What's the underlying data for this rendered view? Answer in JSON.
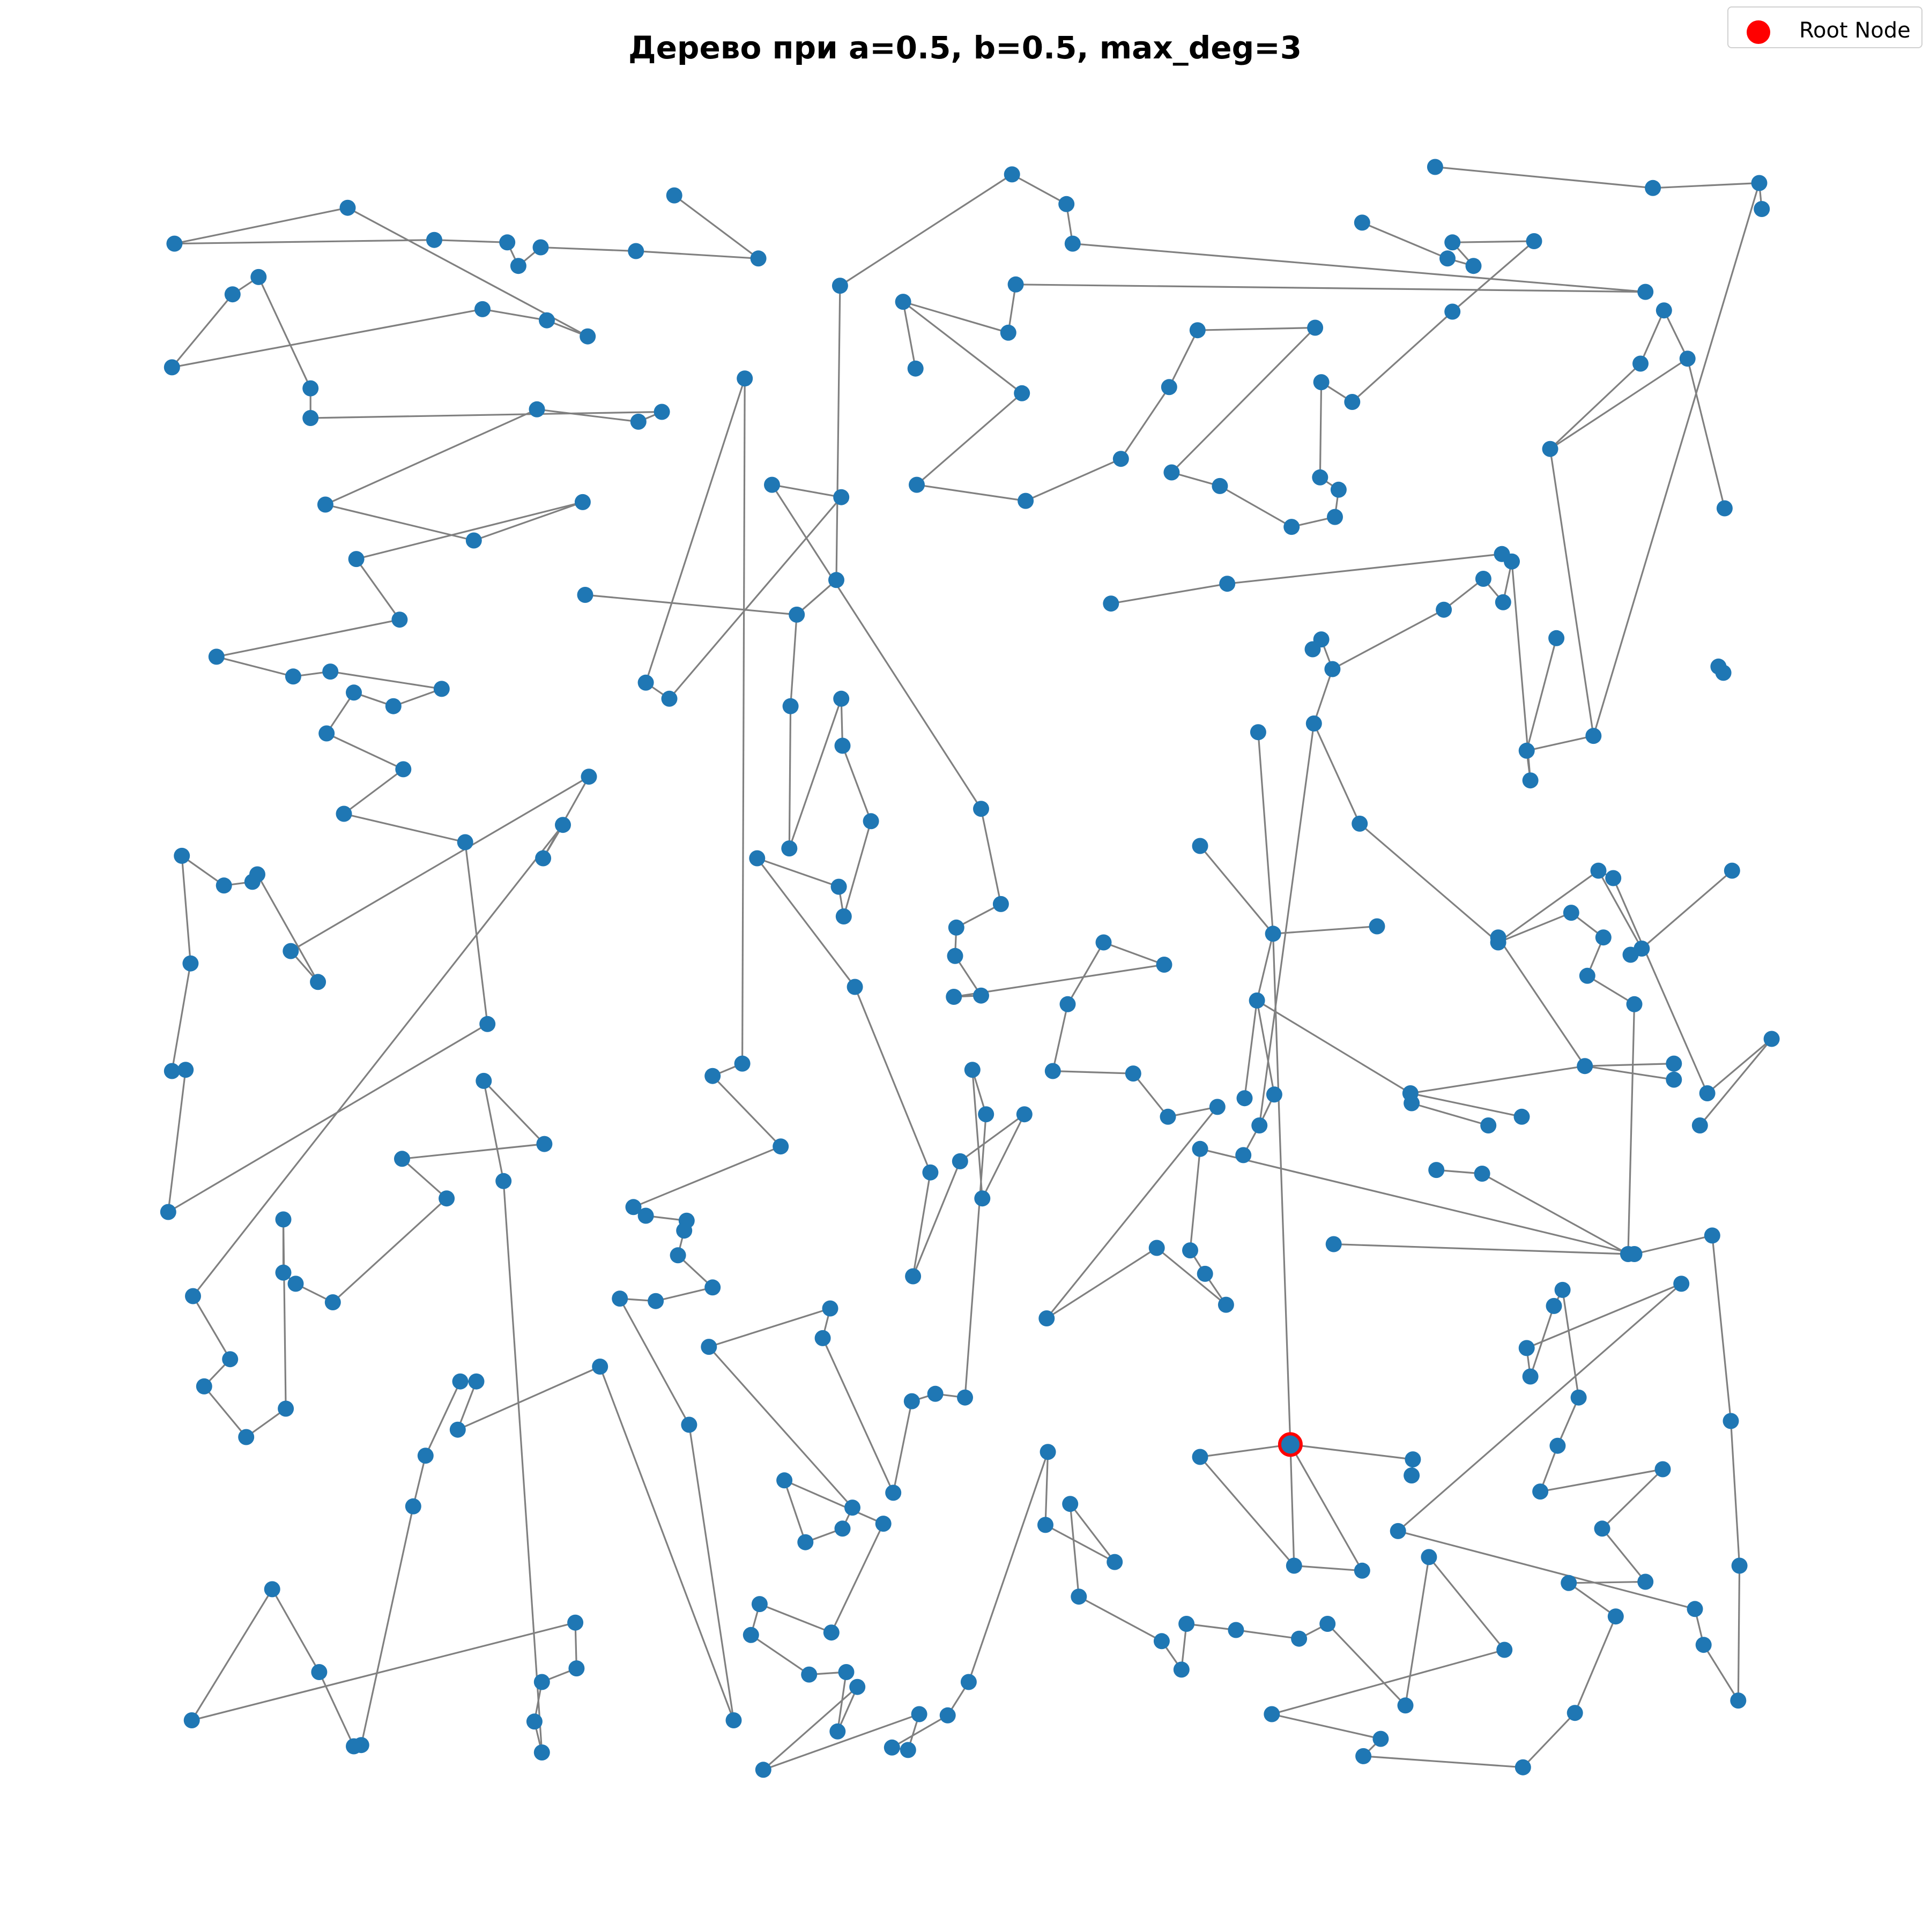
{
  "title": "Дерево при a=0.5, b=0.5, max_deg=3",
  "legend": {
    "root_label": "Root Node"
  },
  "colors": {
    "node": "#1f77b4",
    "edge": "#808080",
    "root_ring": "#ff0000",
    "legend_marker": "#ff0000"
  },
  "graph": {
    "type": "tree",
    "root_node_id": 0
  }
}
